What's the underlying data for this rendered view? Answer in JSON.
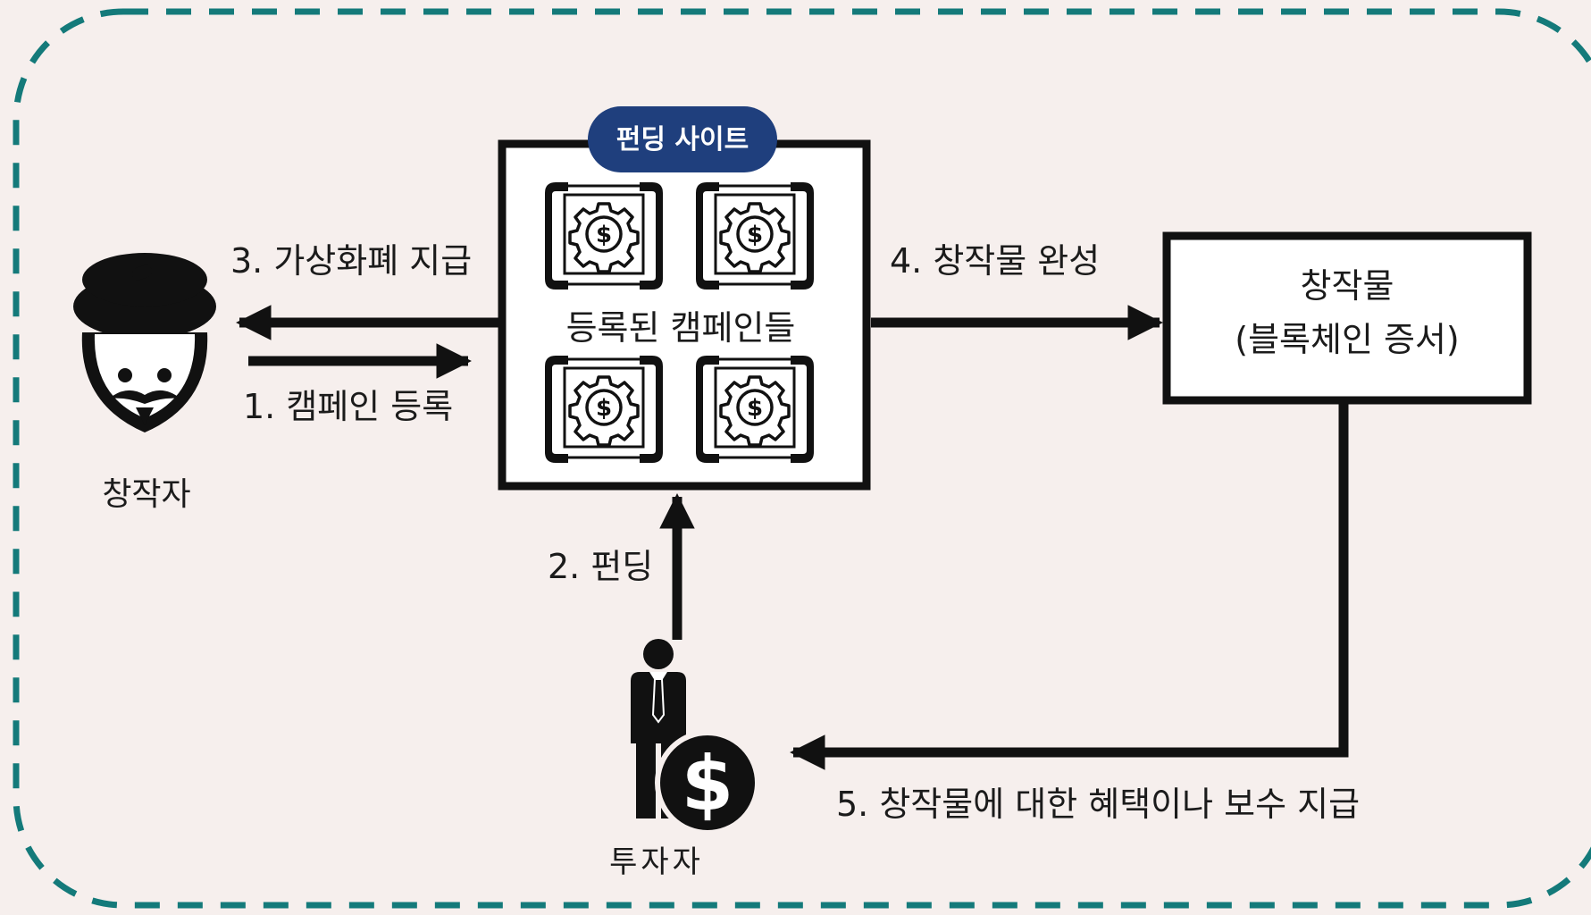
{
  "colors": {
    "background": "#f6efed",
    "border_dash": "#147a7a",
    "badge": "#1f3f7d",
    "ink": "#111111",
    "box_fill": "#ffffff"
  },
  "labels": {
    "site_badge": "펀딩 사이트",
    "campaigns": "등록된 캠페인들",
    "creator": "창작자",
    "investor": "투자자",
    "output_title": "창작물",
    "output_subtitle": "(블록체인 증서)"
  },
  "flows": {
    "step1": "1. 캠페인 등록",
    "step2": "2. 펀딩",
    "step3": "3. 가상화폐 지급",
    "step4": "4. 창작물 완성",
    "step5": "5. 창작물에 대한 혜택이나 보수 지급"
  },
  "icons": {
    "creator": "artist-beret-icon",
    "investor": "businessman-dollar-icon",
    "campaign": "blueprint-gear-dollar-icon"
  }
}
